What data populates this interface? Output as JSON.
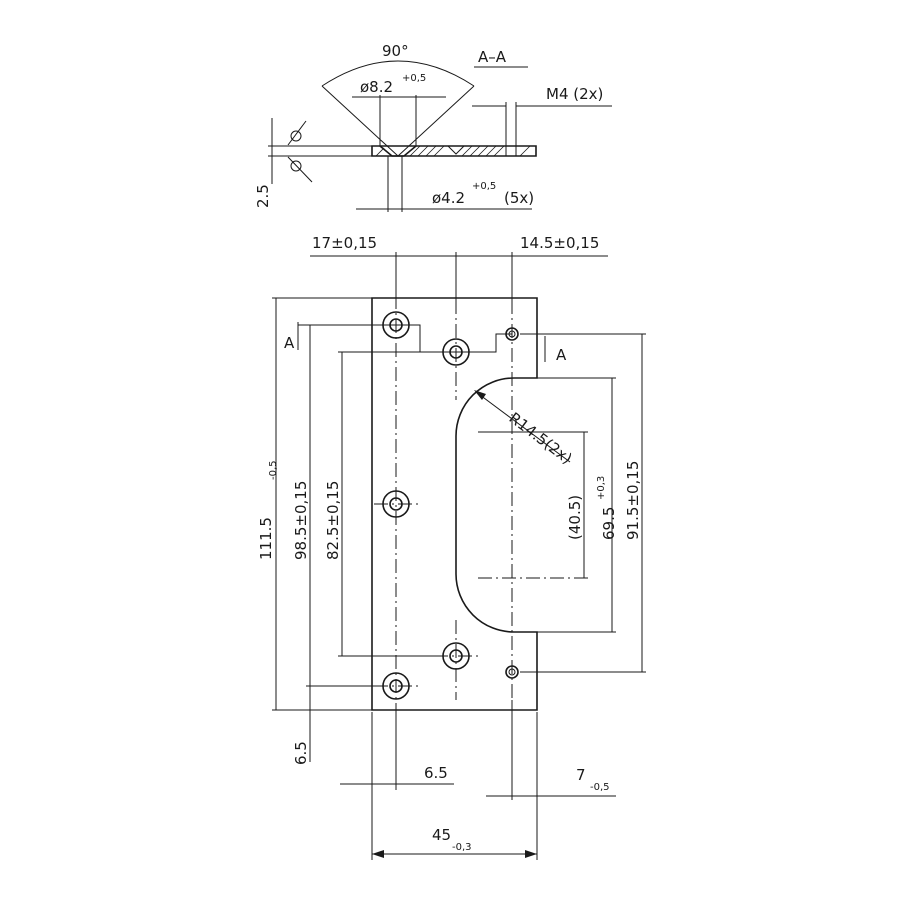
{
  "section": {
    "label": "A–A",
    "angle": "90°",
    "hole_large_dia": "ø8.2",
    "hole_large_tol": "+0,5",
    "thread": "M4 (2x)",
    "hole_small_dia": "ø4.2",
    "hole_small_tol": "+0,5",
    "hole_small_count": "(5x)",
    "thickness": "2.5"
  },
  "plan": {
    "top_left_dim": "17±0,15",
    "top_right_dim": "14.5±0,15",
    "height_overall": "111.5",
    "height_overall_tol": "-0,5",
    "dim_985": "98.5±0,15",
    "dim_825": "82.5±0,15",
    "radius": "R14.5(2x)",
    "dim_405": "(40.5)",
    "dim_695": "69.5",
    "dim_695_tol": "+0,3",
    "dim_915": "91.5±0,15",
    "bottom_offset": "6.5",
    "left_offset": "6.5",
    "right_offset": "7",
    "right_offset_tol": "-0,5",
    "width": "45",
    "width_tol": "-0,3",
    "cut_label": "A"
  }
}
